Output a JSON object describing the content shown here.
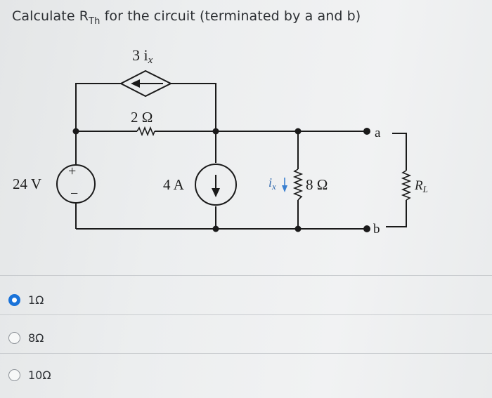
{
  "question": {
    "prefix": "Calculate R",
    "subscript": "Th",
    "suffix": " for the circuit (terminated by a and  b)"
  },
  "circuit": {
    "dep_source_label": "3 i",
    "dep_source_sub": "x",
    "resistor_2_label": "2 Ω",
    "voltage_source_label": "24 V",
    "plus_sign": "+",
    "minus_sign": "−",
    "current_source_label": "4 A",
    "ix_label": "i",
    "ix_sub": "x",
    "resistor_8_label": "8 Ω",
    "terminal_a": "a",
    "terminal_b": "b",
    "load_label": "R",
    "load_sub": "L"
  },
  "options": [
    {
      "label": "1Ω",
      "selected": true
    },
    {
      "label": "8Ω",
      "selected": false
    },
    {
      "label": "10Ω",
      "selected": false
    }
  ],
  "colors": {
    "radio_selected": "#1a73d9",
    "ix_arrow": "#3a7fd0"
  }
}
